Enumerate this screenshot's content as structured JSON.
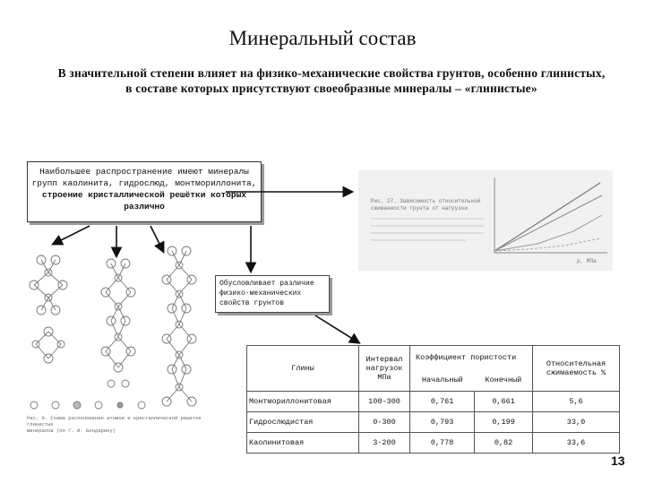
{
  "slide": {
    "title": "Минеральный состав",
    "intro": "В значительной степени влияет на физико-механические свойства грунтов, особенно глинистых, в составе которых присутствуют своеобразные минералы – «глинистые»",
    "page_number": "13"
  },
  "box_minerals": {
    "line1": "Наибольшее распространение имеют минералы",
    "line2": "групп каолинита, гидрослюд, монтмориллонита,",
    "line3": "строение кристаллической решётки которых",
    "line4": "различно"
  },
  "box_properties": {
    "line1": "Обусловливает различие",
    "line2": "физико-механических",
    "line3": "свойств грунтов"
  },
  "table": {
    "col_clay": "Глины",
    "col_pressure": "Интервал нагрузок МПа",
    "col_porosity": "Коэффициент пористости",
    "col_initial": "Начальный",
    "col_final": "Конечный",
    "col_compress": "Относительная сжимаемость %",
    "rows": [
      {
        "name": "Монтмориллонитовая",
        "pressure": "100-300",
        "initial": "0,761",
        "final": "0,661",
        "compress": "5,6"
      },
      {
        "name": "Гидрослюдистая",
        "pressure": "0-300",
        "initial": "0,793",
        "final": "0,199",
        "compress": "33,0"
      },
      {
        "name": "Каолинитовая",
        "pressure": "3-200",
        "initial": "0,778",
        "final": "0,82",
        "compress": "33,6"
      }
    ]
  },
  "graph_text": {
    "caption1": "Рис. 27. Зависимость относительной",
    "caption2": "сжимаемости грунта от нагрузки",
    "axis_label": "p, МПа"
  },
  "figure_caption": {
    "line1": "Рис. 9. Схема расположения атомов в кристаллической решетке глинистых",
    "line2": "минералов (по Г. И. Бондарику)"
  }
}
